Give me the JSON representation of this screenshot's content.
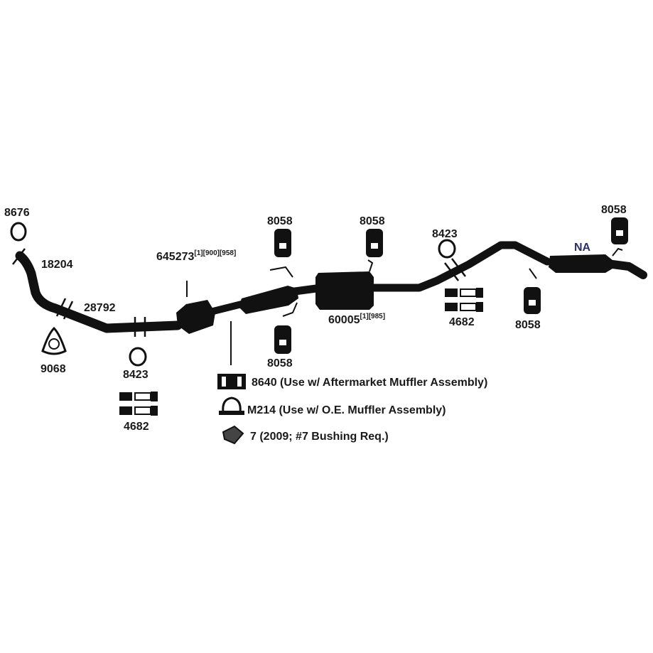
{
  "diagram": {
    "labels": {
      "p8676": "8676",
      "p18204": "18204",
      "p28792": "28792",
      "p9068": "9068",
      "p8423_left": "8423",
      "p4682_left": "4682",
      "p645273": "645273",
      "p645273_refs": "[1][900][958]",
      "p8058_top_mid": "8058",
      "p8058_bottom_mid": "8058",
      "p8058_top_right": "8058",
      "p60005": "60005",
      "p60005_refs": "[1][985]",
      "p8423_right": "8423",
      "p4682_right": "4682",
      "p8058_lower_right": "8058",
      "p8058_far_right": "8058",
      "na": "NA"
    },
    "notes": {
      "clamp_8640": "8640 (Use w/ Aftermarket Muffler Assembly)",
      "clamp_m214": "M214 (Use w/ O.E. Muffler Assembly)",
      "bushing_7": "7 (2009; #7 Bushing Req.)"
    }
  }
}
